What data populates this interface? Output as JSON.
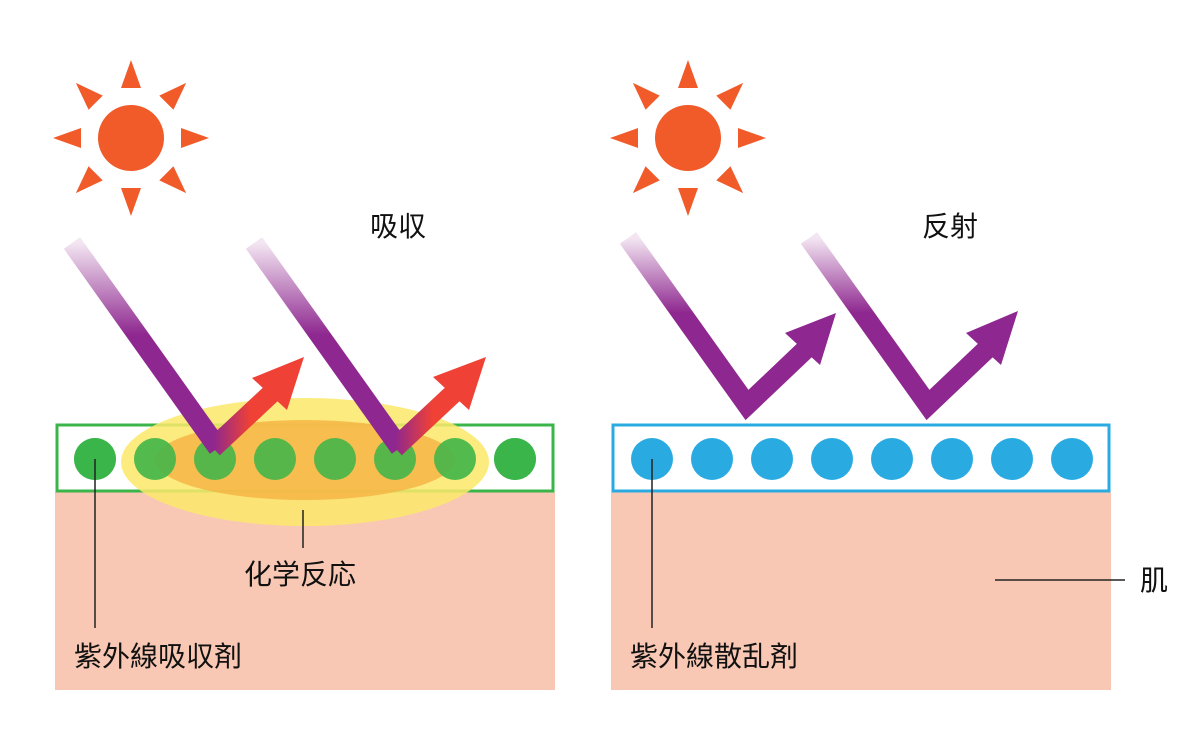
{
  "left_panel": {
    "title": "吸収",
    "reaction_label": "化学反応",
    "agent_label": "紫外線吸収剤",
    "particle_count": 8
  },
  "right_panel": {
    "title": "反射",
    "agent_label": "紫外線散乱剤",
    "skin_label": "肌",
    "particle_count": 8
  },
  "colors": {
    "sun": "#f15a29",
    "uv_ray": "#8e278f",
    "emitted_ray": "#ef4136",
    "absorber": "#3bb54a",
    "scatterer": "#29abe2",
    "skin": "#f9c8b4",
    "reaction_outer": "#fbe96a",
    "reaction_inner": "#f5b342"
  }
}
